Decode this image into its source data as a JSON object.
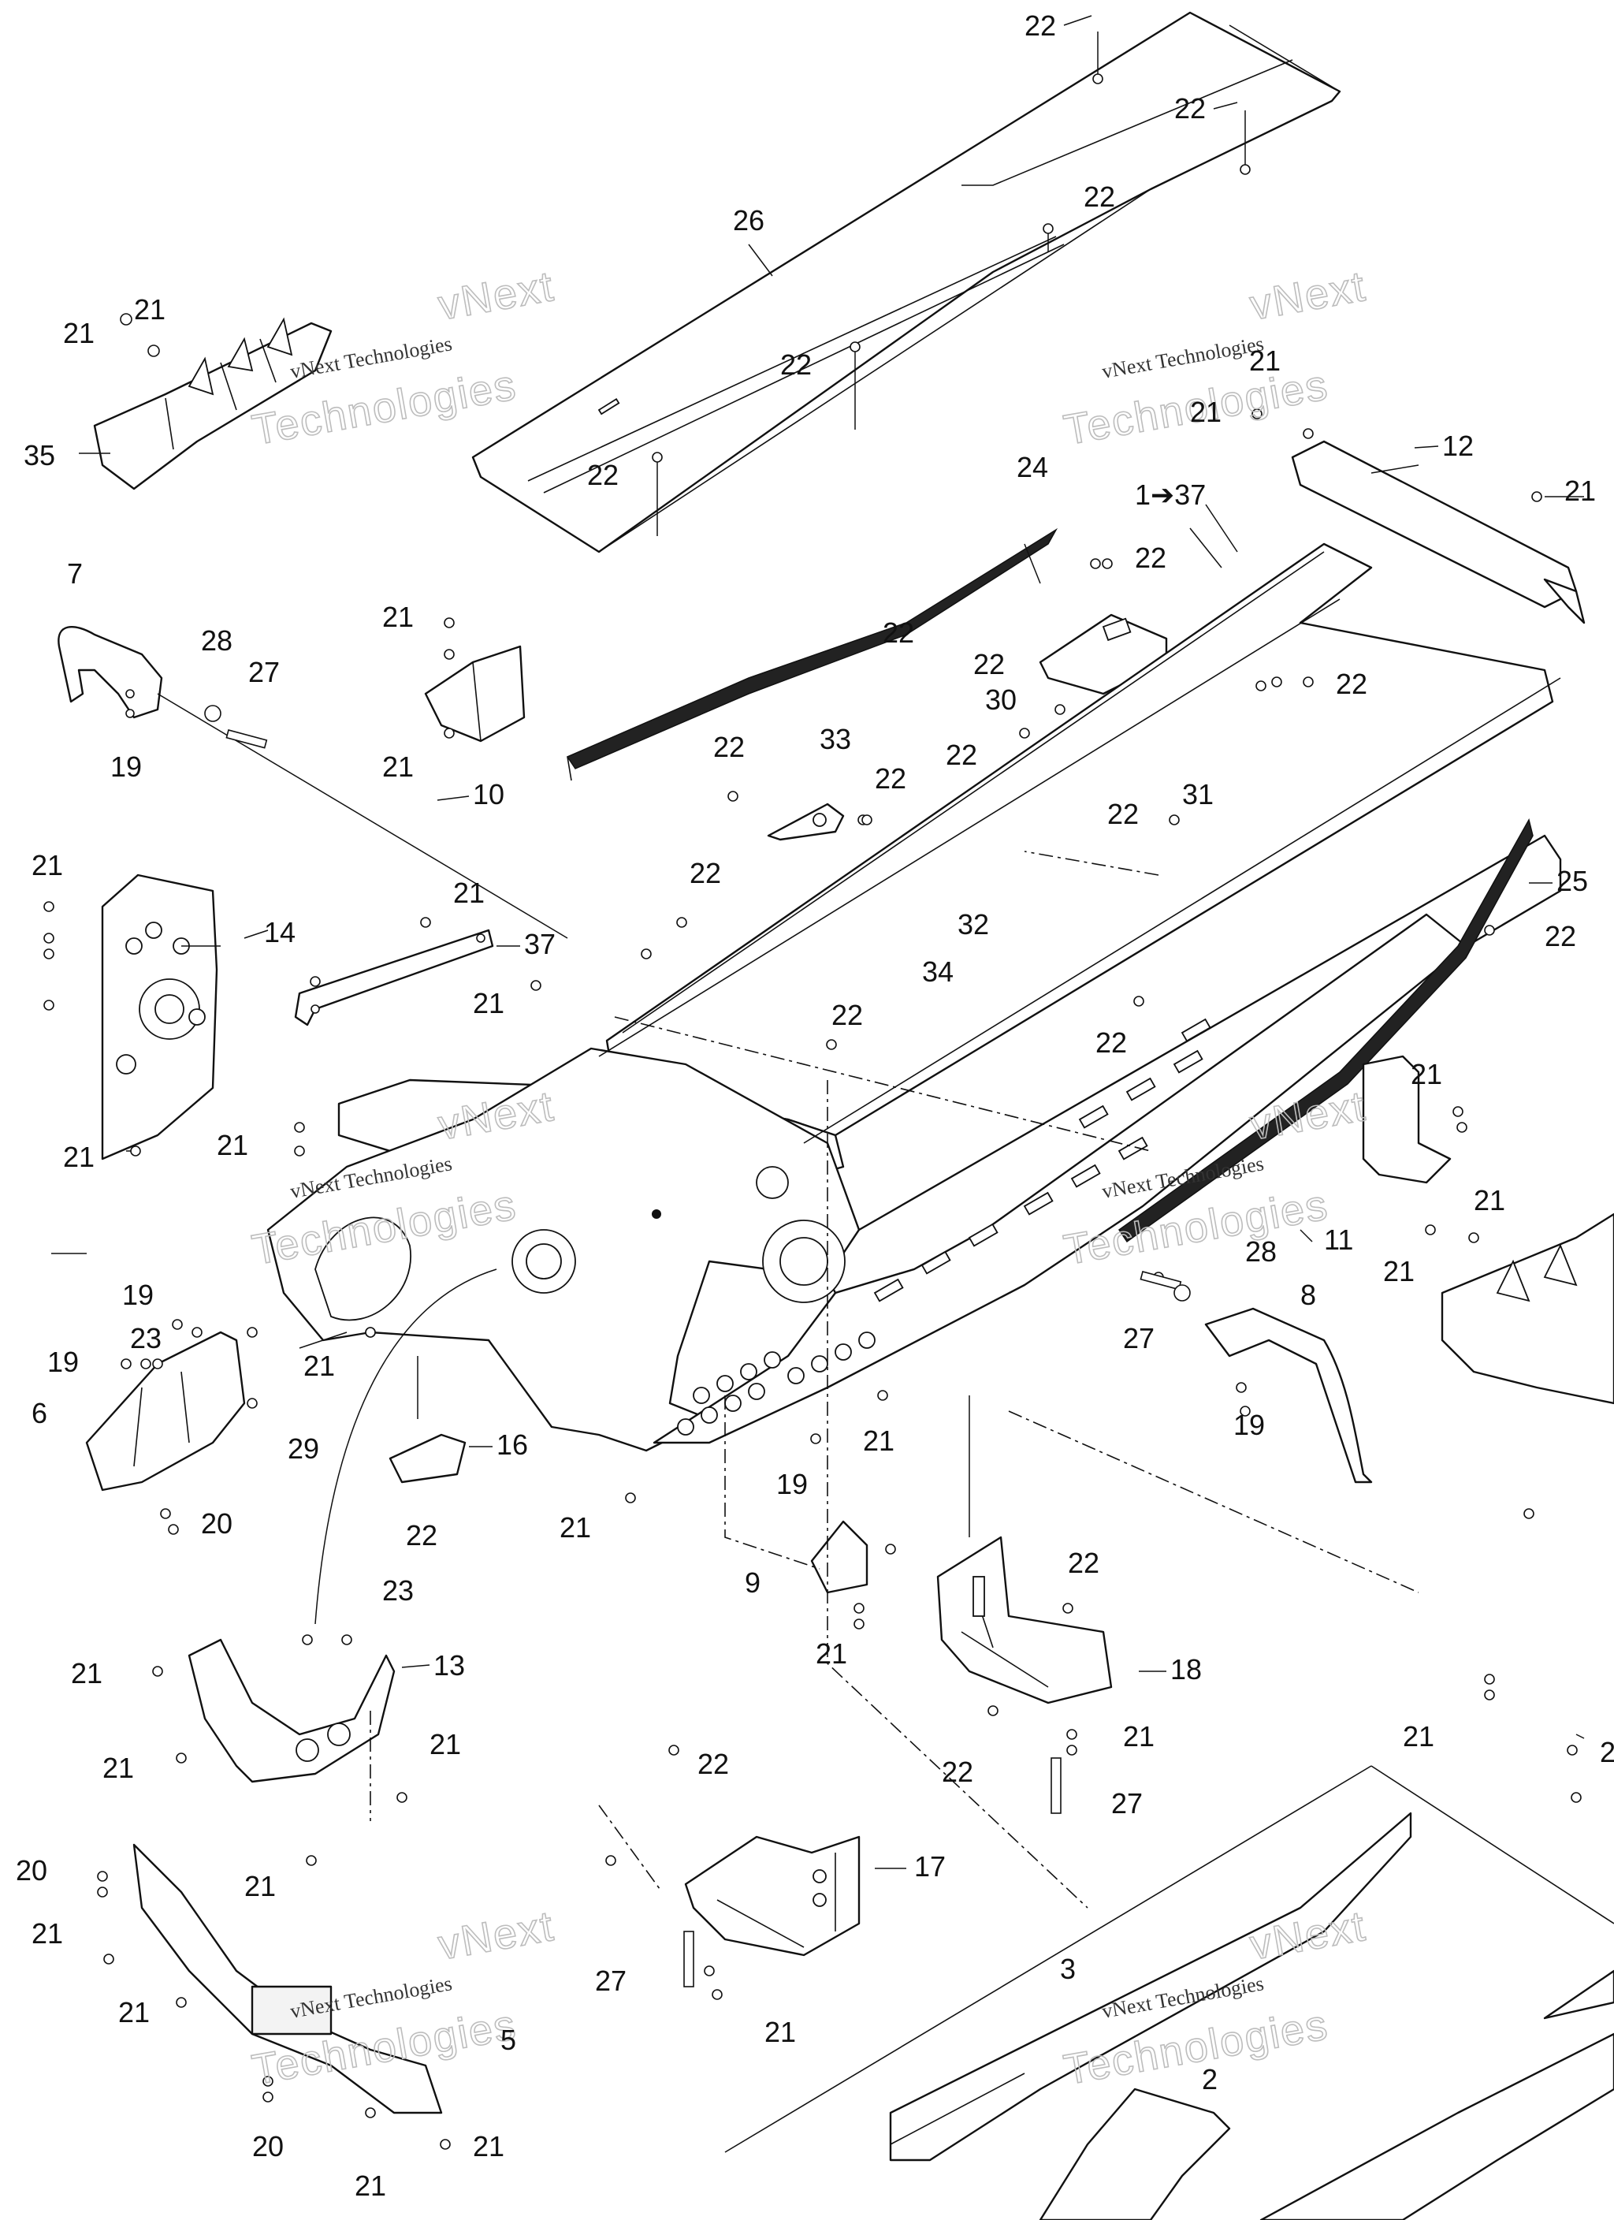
{
  "callouts": [
    {
      "id": "c22a",
      "text": "22"
    },
    {
      "id": "c22b",
      "text": "22"
    },
    {
      "id": "c26",
      "text": "26"
    },
    {
      "id": "c22c",
      "text": "22"
    },
    {
      "id": "c21a",
      "text": "21"
    },
    {
      "id": "c21b",
      "text": "21"
    },
    {
      "id": "c35",
      "text": "35"
    },
    {
      "id": "c22d",
      "text": "22"
    },
    {
      "id": "c22e",
      "text": "22"
    },
    {
      "id": "c21c",
      "text": "21"
    },
    {
      "id": "c21d",
      "text": "21"
    },
    {
      "id": "c12",
      "text": "12"
    },
    {
      "id": "c21e",
      "text": "21"
    },
    {
      "id": "c1to37",
      "text": "1➔37"
    },
    {
      "id": "c24",
      "text": "24"
    },
    {
      "id": "c22f",
      "text": "22"
    },
    {
      "id": "c7",
      "text": "7"
    },
    {
      "id": "c28a",
      "text": "28"
    },
    {
      "id": "c27a",
      "text": "27"
    },
    {
      "id": "c19a",
      "text": "19"
    },
    {
      "id": "c21f",
      "text": "21"
    },
    {
      "id": "c21g",
      "text": "21"
    },
    {
      "id": "c10",
      "text": "10"
    },
    {
      "id": "c22g",
      "text": "22"
    },
    {
      "id": "c22h",
      "text": "22"
    },
    {
      "id": "c30",
      "text": "30"
    },
    {
      "id": "c22i",
      "text": "22"
    },
    {
      "id": "c22j",
      "text": "22"
    },
    {
      "id": "c31",
      "text": "31"
    },
    {
      "id": "c22k",
      "text": "22"
    },
    {
      "id": "c33",
      "text": "33"
    },
    {
      "id": "c22l",
      "text": "22"
    },
    {
      "id": "c22m",
      "text": "22"
    },
    {
      "id": "c25",
      "text": "25"
    },
    {
      "id": "c21h",
      "text": "21"
    },
    {
      "id": "c14",
      "text": "14"
    },
    {
      "id": "c21i",
      "text": "21"
    },
    {
      "id": "c37",
      "text": "37"
    },
    {
      "id": "c22n",
      "text": "22"
    },
    {
      "id": "c32",
      "text": "32"
    },
    {
      "id": "c34",
      "text": "34"
    },
    {
      "id": "c22o",
      "text": "22"
    },
    {
      "id": "c21j",
      "text": "21"
    },
    {
      "id": "c22p",
      "text": "22"
    },
    {
      "id": "c22q",
      "text": "22"
    },
    {
      "id": "c21k",
      "text": "21"
    },
    {
      "id": "c21l",
      "text": "21"
    },
    {
      "id": "c21m",
      "text": "21"
    },
    {
      "id": "c11",
      "text": "11"
    },
    {
      "id": "c21n",
      "text": "21"
    },
    {
      "id": "c21o",
      "text": "21"
    },
    {
      "id": "c19b",
      "text": "19"
    },
    {
      "id": "c23a",
      "text": "23"
    },
    {
      "id": "c19c",
      "text": "19"
    },
    {
      "id": "c6",
      "text": "6"
    },
    {
      "id": "c29",
      "text": "29"
    },
    {
      "id": "c21p",
      "text": "21"
    },
    {
      "id": "c28b",
      "text": "28"
    },
    {
      "id": "c8",
      "text": "8"
    },
    {
      "id": "c27b",
      "text": "27"
    },
    {
      "id": "c19d",
      "text": "19"
    },
    {
      "id": "c16",
      "text": "16"
    },
    {
      "id": "c22r",
      "text": "22"
    },
    {
      "id": "c20a",
      "text": "20"
    },
    {
      "id": "c21q",
      "text": "21"
    },
    {
      "id": "c19e",
      "text": "19"
    },
    {
      "id": "c21r",
      "text": "21"
    },
    {
      "id": "c9",
      "text": "9"
    },
    {
      "id": "c21s",
      "text": "21"
    },
    {
      "id": "c22s",
      "text": "22"
    },
    {
      "id": "c18",
      "text": "18"
    },
    {
      "id": "c21t",
      "text": "21"
    },
    {
      "id": "c23b",
      "text": "23"
    },
    {
      "id": "c13",
      "text": "13"
    },
    {
      "id": "c21u",
      "text": "21"
    },
    {
      "id": "c21v",
      "text": "21"
    },
    {
      "id": "c21w",
      "text": "21"
    },
    {
      "id": "c22t",
      "text": "22"
    },
    {
      "id": "c27c",
      "text": "27"
    },
    {
      "id": "c21x",
      "text": "21"
    },
    {
      "id": "c21y",
      "text": "21"
    },
    {
      "id": "c22u",
      "text": "22"
    },
    {
      "id": "c17",
      "text": "17"
    },
    {
      "id": "c20b",
      "text": "20"
    },
    {
      "id": "c21z",
      "text": "21"
    },
    {
      "id": "c21aa",
      "text": "21"
    },
    {
      "id": "c27d",
      "text": "27"
    },
    {
      "id": "c5",
      "text": "5"
    },
    {
      "id": "c3",
      "text": "3"
    },
    {
      "id": "c21ab",
      "text": "21"
    },
    {
      "id": "c2",
      "text": "2"
    },
    {
      "id": "c20c",
      "text": "20"
    },
    {
      "id": "c21ac",
      "text": "21"
    },
    {
      "id": "c21ad",
      "text": "21"
    },
    {
      "id": "c2edge",
      "text": "2"
    }
  ],
  "watermarks": [
    {
      "id": "w1",
      "small": "vNext Technologies",
      "big": "Technologies",
      "big2": "vNext"
    },
    {
      "id": "w2",
      "small": "vNext Technologies",
      "big": "Technologies",
      "big2": "vNext"
    },
    {
      "id": "w3",
      "small": "vNext Technologies",
      "big": "Technologies",
      "big2": "vNext"
    },
    {
      "id": "w4",
      "small": "vNext Technologies",
      "big": "Technologies",
      "big2": "vNext"
    },
    {
      "id": "w5",
      "small": "vNext Technologies",
      "big": "Technologies",
      "big2": "vNext"
    },
    {
      "id": "w6",
      "small": "vNext Technologies",
      "big": "Technologies",
      "big2": "vNext"
    }
  ]
}
